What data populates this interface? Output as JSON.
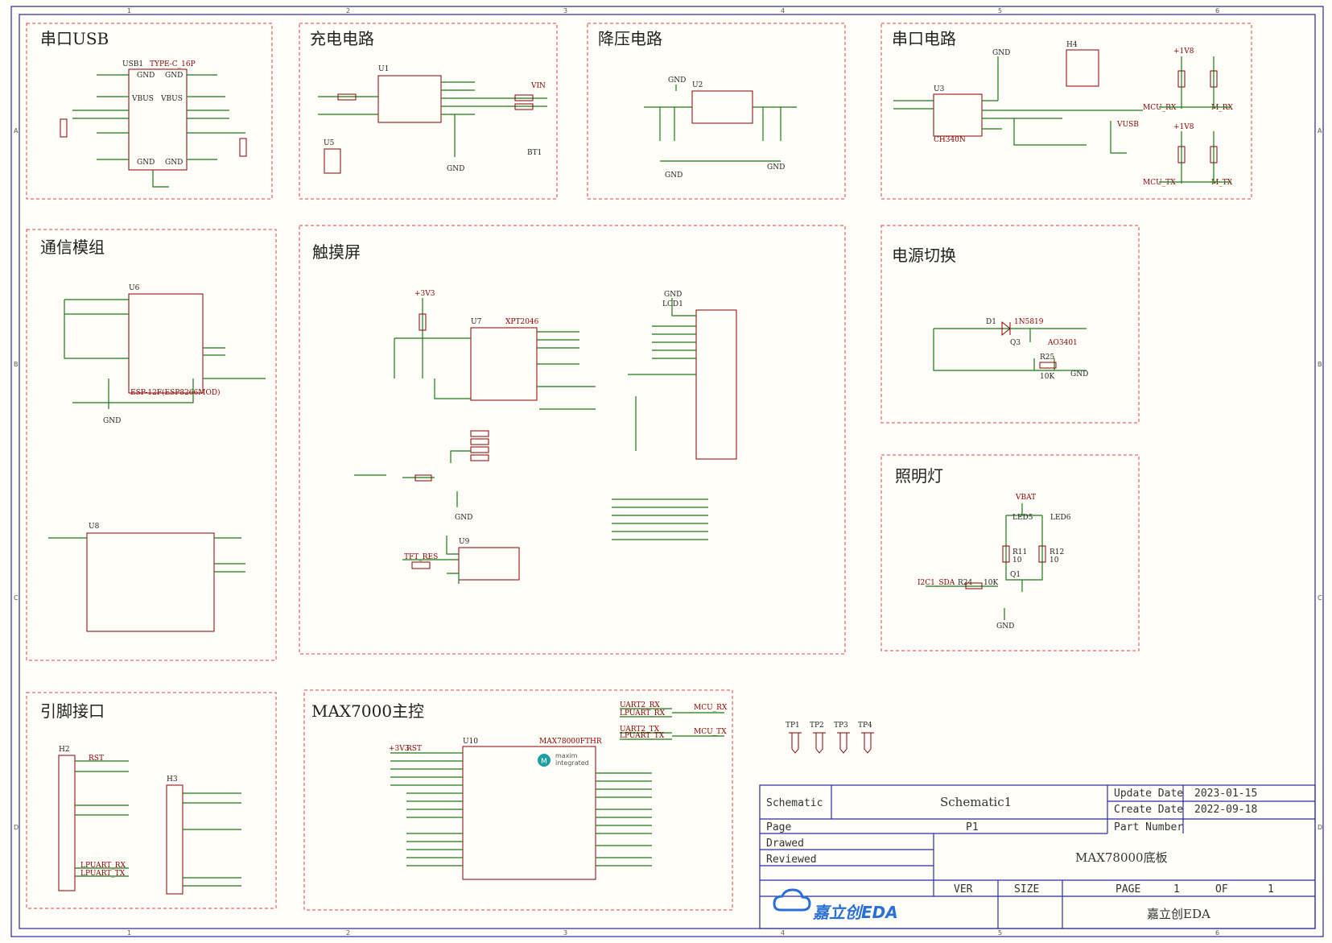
{
  "blocks": {
    "usb": {
      "title": "串口USB"
    },
    "charge": {
      "title": "充电电路"
    },
    "buck": {
      "title": "降压电路"
    },
    "serial": {
      "title": "串口电路"
    },
    "comm": {
      "title": "通信模组"
    },
    "touch": {
      "title": "触摸屏"
    },
    "power": {
      "title": "电源切换"
    },
    "light": {
      "title": "照明灯"
    },
    "pins": {
      "title": "引脚接口"
    },
    "mcu": {
      "title": "MAX7000主控"
    }
  },
  "components": {
    "usb1": {
      "ref": "USB1",
      "type": "TYPE-C_16P"
    },
    "u1": {
      "ref": "U1"
    },
    "u2": {
      "ref": "U2"
    },
    "u3": {
      "ref": "U3",
      "type": "CH340N"
    },
    "u6": {
      "ref": "U6",
      "type": "ESP-12F(ESP8266MOD)"
    },
    "u7": {
      "ref": "U7",
      "type": "XPT2046"
    },
    "u8": {
      "ref": "U8"
    },
    "u9": {
      "ref": "U9"
    },
    "u10": {
      "ref": "U10",
      "type": "MAX78000FTHR"
    },
    "lcd1": {
      "ref": "LCD1"
    },
    "h2": {
      "ref": "H2"
    },
    "h3": {
      "ref": "H3"
    },
    "h4": {
      "ref": "H4"
    },
    "d1": {
      "ref": "D1",
      "type": "1N5819"
    },
    "q3": {
      "ref": "Q3",
      "type": "AO3401"
    },
    "r25": {
      "ref": "R25",
      "value": "10K"
    },
    "led5": {
      "ref": "LED5"
    },
    "led6": {
      "ref": "LED6"
    },
    "r11": {
      "ref": "R11",
      "value": "10"
    },
    "r12": {
      "ref": "R12",
      "value": "10"
    },
    "q1": {
      "ref": "Q1"
    },
    "r24": {
      "ref": "R24",
      "value": "10K"
    }
  },
  "nets": {
    "gnd": "GND",
    "vbus": "VBUS",
    "vbat": "VBAT",
    "vin": "VIN",
    "v3v3": "+3V3",
    "v1v8": "+1V8",
    "i2c_sda": "I2C1_SDA",
    "rst": "RST",
    "mcu_rx": "MCU_RX",
    "mcu_tx": "MCU_TX",
    "m_rx": "M_RX",
    "m_tx": "M_TX",
    "uart2_rx": "UART2_RX",
    "uart2_tx": "UART2_TX",
    "lpuart_rx": "LPUART_RX",
    "lpuart_tx": "LPUART_TX"
  },
  "testpoints": [
    "TP1",
    "TP2",
    "TP3",
    "TP4"
  ],
  "title_block": {
    "schematic_label": "Schematic",
    "schematic_value": "Schematic1",
    "update_label": "Update Date",
    "update_value": "2023-01-15",
    "create_label": "Create Date",
    "create_value": "2022-09-18",
    "page_label": "Page",
    "page_value": "P1",
    "part_label": "Part Number",
    "drawed_label": "Drawed",
    "reviewed_label": "Reviewed",
    "board_name": "MAX78000底板",
    "ver_label": "VER",
    "size_label": "SIZE",
    "page2_label": "PAGE",
    "page_num": "1",
    "of_label": "OF",
    "of_num": "1",
    "logo_text": "嘉立创EDA",
    "company": "嘉立创EDA"
  },
  "border_ticks": {
    "cols": [
      "1",
      "2",
      "3",
      "4",
      "5",
      "6"
    ],
    "rows": [
      "A",
      "B",
      "C",
      "D"
    ]
  }
}
